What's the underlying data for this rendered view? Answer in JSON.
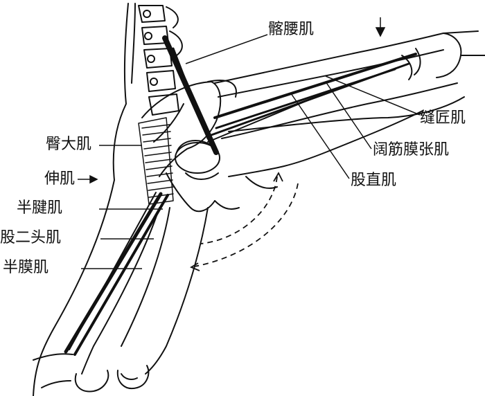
{
  "labels": {
    "iliopsoas": "髂腰肌",
    "gluteus_maximus": "臀大肌",
    "extensor": "伸肌",
    "semitendinosus": "半腱肌",
    "biceps_femoris": "股二头肌",
    "semimembranosus": "半膜肌",
    "sartorius": "缝匠肌",
    "tensor_fasciae_latae": "阔筋膜张肌",
    "rectus_femoris": "股直肌"
  },
  "colors": {
    "ink": "#111111",
    "paper": "#ffffff"
  }
}
